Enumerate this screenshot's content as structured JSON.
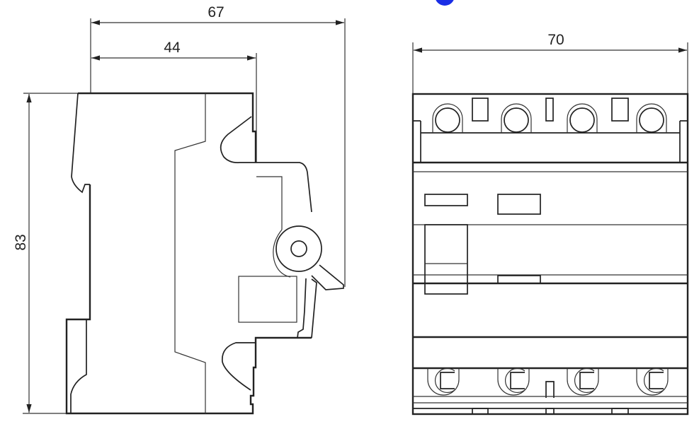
{
  "dimensions": {
    "side_overall_depth": "67",
    "side_body_depth": "44",
    "height": "83",
    "front_width": "70"
  },
  "colors": {
    "line": "#222222",
    "accent_dot": "#1a2ee6"
  }
}
